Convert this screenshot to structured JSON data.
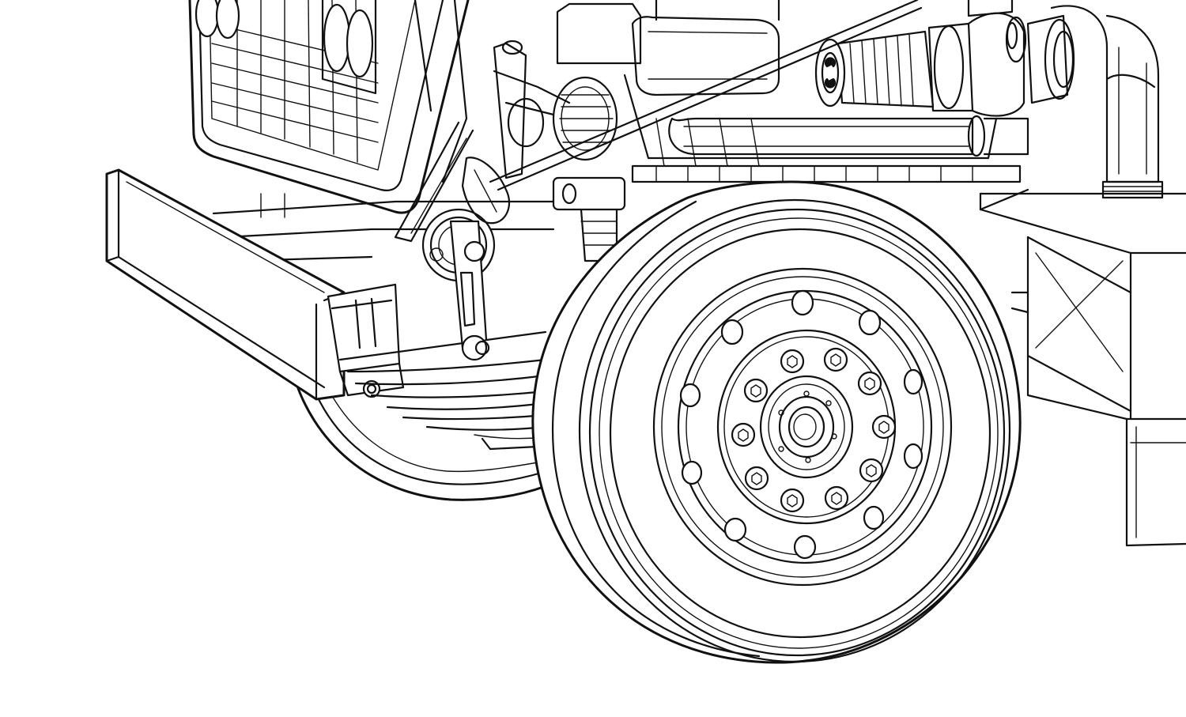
{
  "illustration": {
    "style": "black line art",
    "ink_color": "#111111",
    "background_color": "#ffffff",
    "components": [
      "front-grille",
      "front-bumper",
      "bumper-bracket",
      "leaf-spring",
      "shock-absorber",
      "engine",
      "alternator",
      "air-filter",
      "turbocharger",
      "exhaust-pipe",
      "frame-rail",
      "rear-wheel",
      "front-wheel",
      "wheel-hub",
      "lug-nuts"
    ],
    "text_labels": []
  }
}
